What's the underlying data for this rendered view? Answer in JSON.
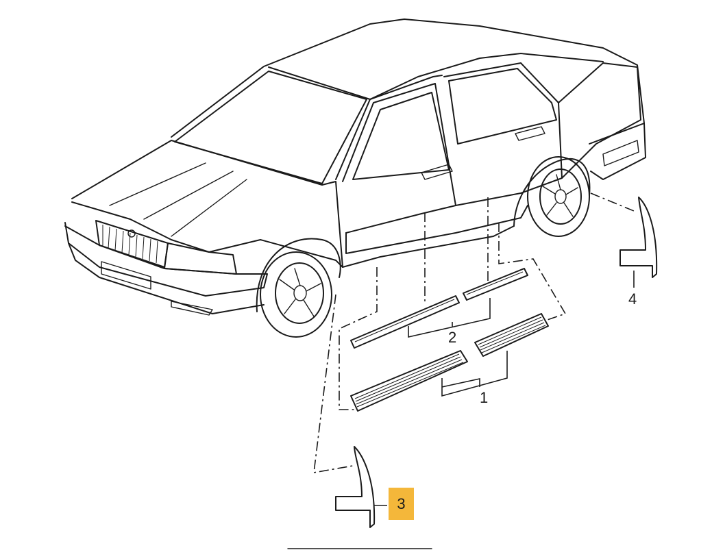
{
  "callouts": {
    "sill_trim": "1",
    "door_molding": "2",
    "front_mud_flap": "3",
    "rear_mud_flap": "4"
  },
  "highlighted_callout": "3",
  "colors": {
    "line": "#1a1a1a",
    "highlight": "#f4b73a",
    "background": "#ffffff"
  }
}
